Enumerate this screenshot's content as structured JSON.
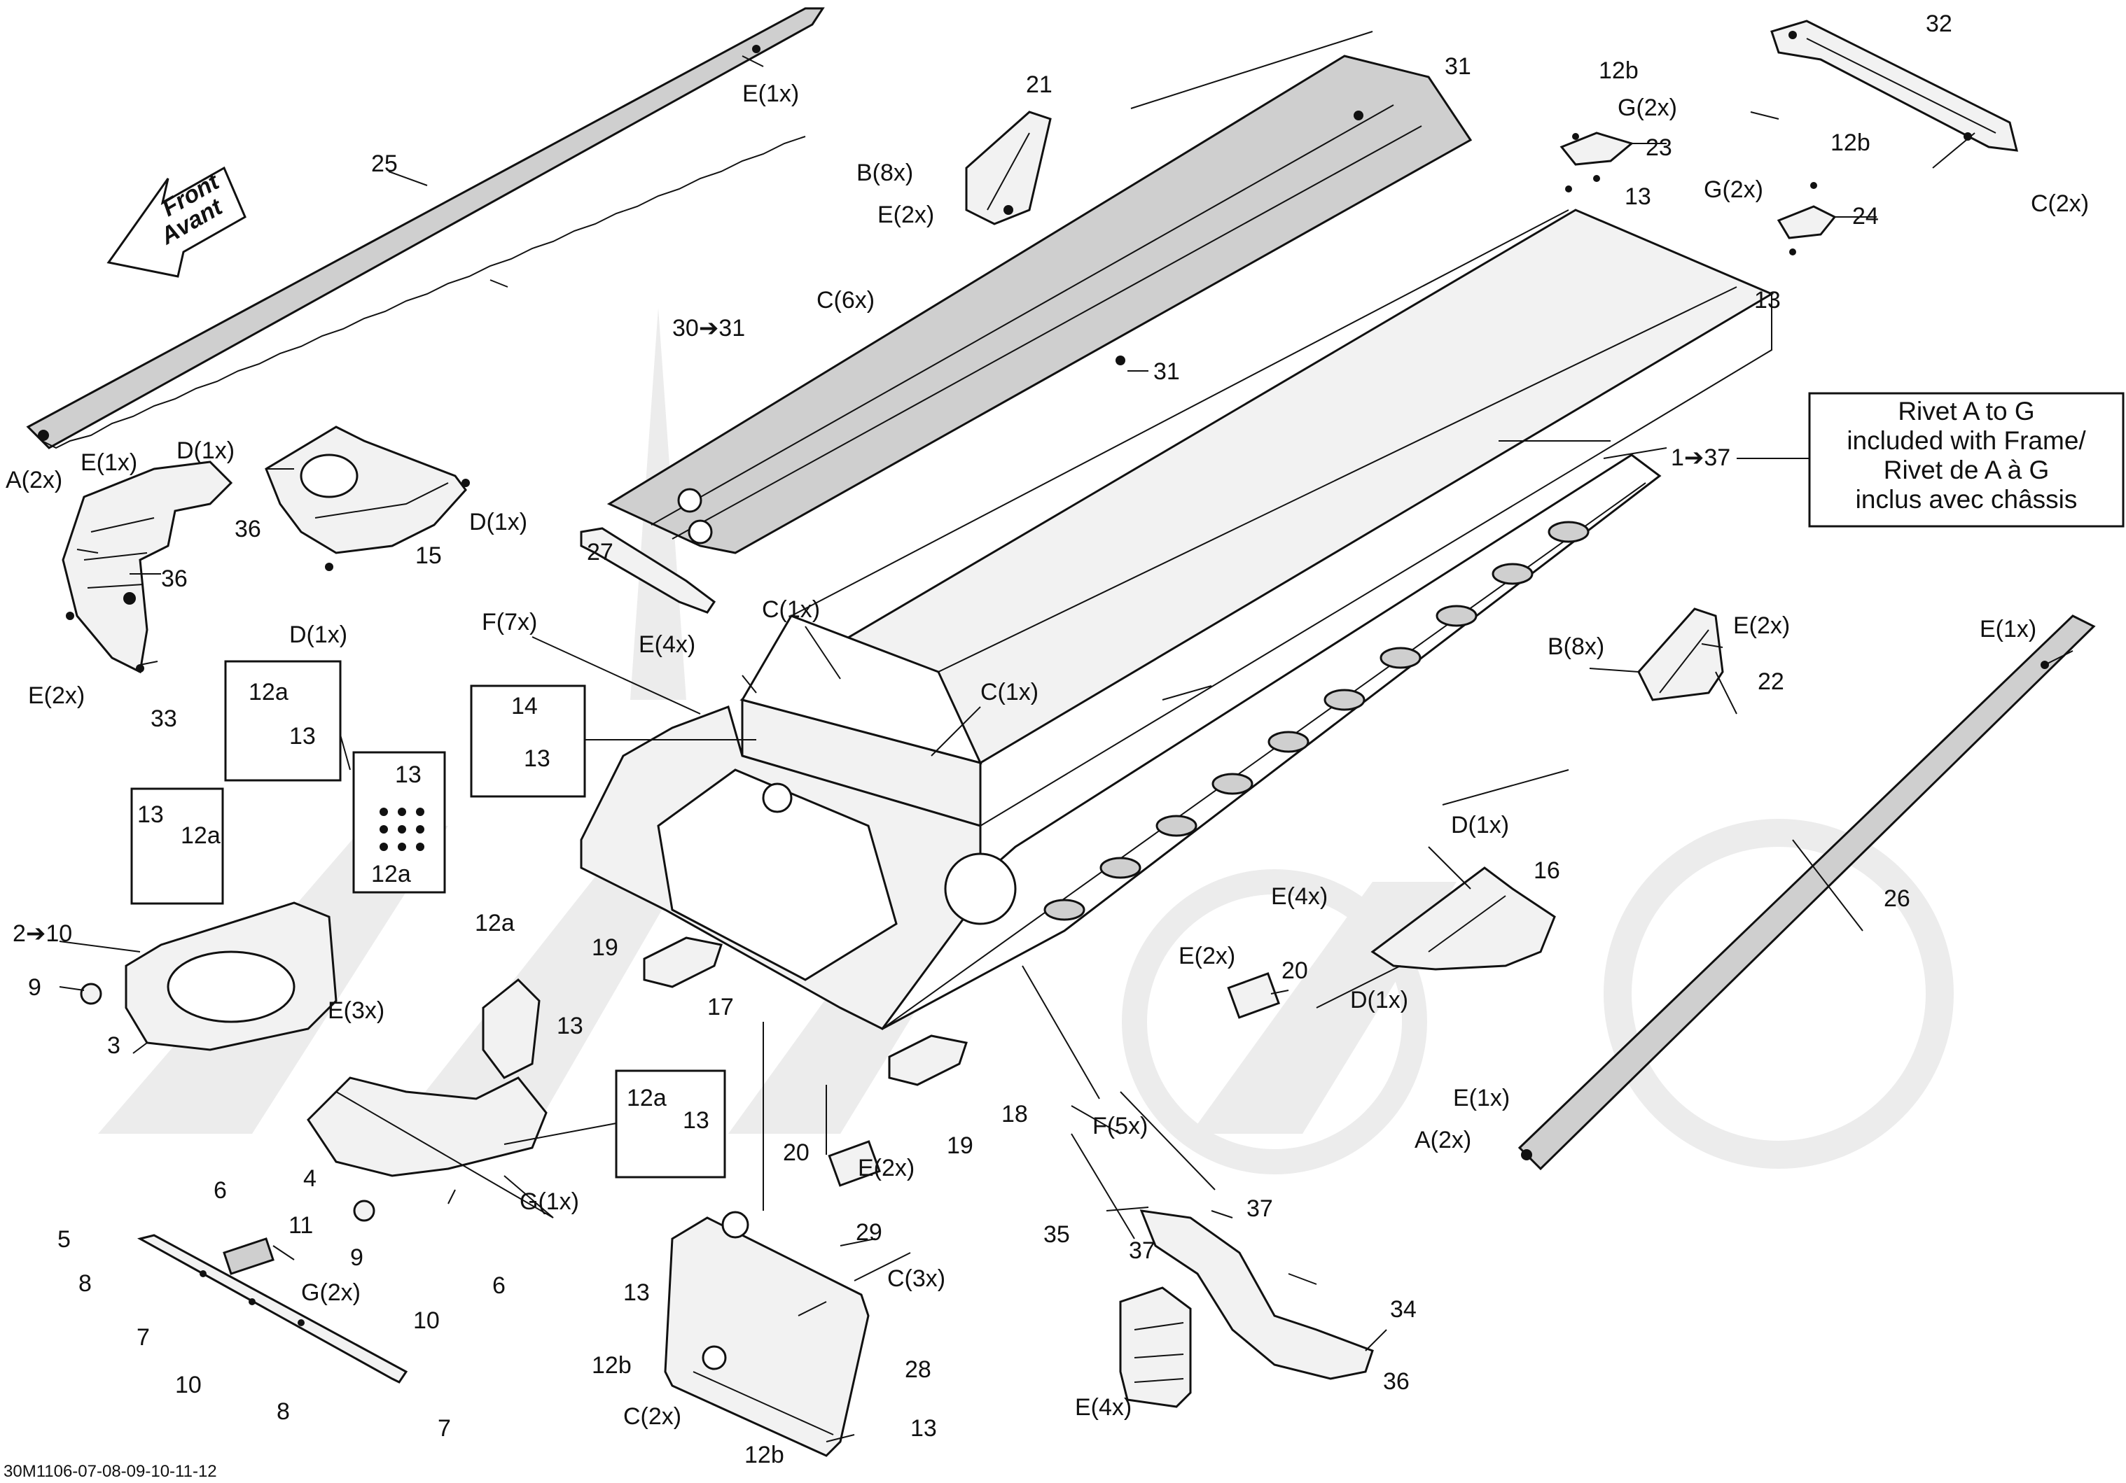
{
  "diagram": {
    "doc_code": "30M1106-07-08-09-10-11-12",
    "front_arrow": {
      "line1": "Front",
      "line2": "Avant"
    },
    "info_box": {
      "lines": [
        "Rivet A to G",
        "included with Frame/",
        "Rivet de A à G",
        "inclus avec châssis"
      ]
    },
    "callouts": [
      {
        "id": "c-e1x-top",
        "text": "E(1x)"
      },
      {
        "id": "c-25",
        "text": "25"
      },
      {
        "id": "c-a2x-left",
        "text": "A(2x)"
      },
      {
        "id": "c-e1x-left",
        "text": "E(1x)"
      },
      {
        "id": "c-d1x-33",
        "text": "D(1x)"
      },
      {
        "id": "c-36-a",
        "text": "36"
      },
      {
        "id": "c-36-b",
        "text": "36"
      },
      {
        "id": "c-e2x-33",
        "text": "E(2x)"
      },
      {
        "id": "c-33",
        "text": "33"
      },
      {
        "id": "c-d1x-15a",
        "text": "D(1x)"
      },
      {
        "id": "c-d1x-15b",
        "text": "D(1x)"
      },
      {
        "id": "c-15",
        "text": "15"
      },
      {
        "id": "c-21",
        "text": "21"
      },
      {
        "id": "c-b8x-21",
        "text": "B(8x)"
      },
      {
        "id": "c-e2x-21",
        "text": "E(2x)"
      },
      {
        "id": "c-31-a",
        "text": "31"
      },
      {
        "id": "c-c6x",
        "text": "C(6x)"
      },
      {
        "id": "c-30-31",
        "text": "30➔31"
      },
      {
        "id": "c-31-b",
        "text": "31"
      },
      {
        "id": "c-27",
        "text": "27"
      },
      {
        "id": "c-12b-a",
        "text": "12b"
      },
      {
        "id": "c-g2x-23",
        "text": "G(2x)"
      },
      {
        "id": "c-23",
        "text": "23"
      },
      {
        "id": "c-13-23",
        "text": "13"
      },
      {
        "id": "c-32",
        "text": "32"
      },
      {
        "id": "c-12b-b",
        "text": "12b"
      },
      {
        "id": "c-g2x-24",
        "text": "G(2x)"
      },
      {
        "id": "c-24",
        "text": "24"
      },
      {
        "id": "c-13-24",
        "text": "13"
      },
      {
        "id": "c-c2x-32",
        "text": "C(2x)"
      },
      {
        "id": "c-1-37",
        "text": "1➔37"
      },
      {
        "id": "c-f7x",
        "text": "F(7x)"
      },
      {
        "id": "c-e4x-top",
        "text": "E(4x)"
      },
      {
        "id": "c-c1x-a",
        "text": "C(1x)"
      },
      {
        "id": "c-c1x-b",
        "text": "C(1x)"
      },
      {
        "id": "c-14",
        "text": "14"
      },
      {
        "id": "c-13-14",
        "text": "13"
      },
      {
        "id": "c-12a-box1",
        "text": "12a"
      },
      {
        "id": "c-13-box1",
        "text": "13"
      },
      {
        "id": "c-13-box2",
        "text": "13"
      },
      {
        "id": "c-12a-box2",
        "text": "12a"
      },
      {
        "id": "c-13-box3",
        "text": "13"
      },
      {
        "id": "c-12a-box3",
        "text": "12a"
      },
      {
        "id": "c-2-10",
        "text": "2➔10"
      },
      {
        "id": "c-9-a",
        "text": "9"
      },
      {
        "id": "c-3",
        "text": "3"
      },
      {
        "id": "c-12a-mid",
        "text": "12a"
      },
      {
        "id": "c-13-mid",
        "text": "13"
      },
      {
        "id": "c-e3x",
        "text": "E(3x)"
      },
      {
        "id": "c-19-a",
        "text": "19"
      },
      {
        "id": "c-17",
        "text": "17"
      },
      {
        "id": "c-b8x-22",
        "text": "B(8x)"
      },
      {
        "id": "c-e2x-22",
        "text": "E(2x)"
      },
      {
        "id": "c-22",
        "text": "22"
      },
      {
        "id": "c-e1x-right",
        "text": "E(1x)"
      },
      {
        "id": "c-d1x-16",
        "text": "D(1x)"
      },
      {
        "id": "c-16",
        "text": "16"
      },
      {
        "id": "c-e4x-mid",
        "text": "E(4x)"
      },
      {
        "id": "c-e2x-20",
        "text": "E(2x)"
      },
      {
        "id": "c-20-a",
        "text": "20"
      },
      {
        "id": "c-d1x-16b",
        "text": "D(1x)"
      },
      {
        "id": "c-26",
        "text": "26"
      },
      {
        "id": "c-e1x-right2",
        "text": "E(1x)"
      },
      {
        "id": "c-a2x-right",
        "text": "A(2x)"
      },
      {
        "id": "c-12a-box4",
        "text": "12a"
      },
      {
        "id": "c-13-box4",
        "text": "13"
      },
      {
        "id": "c-6-a",
        "text": "6"
      },
      {
        "id": "c-4",
        "text": "4"
      },
      {
        "id": "c-g1x",
        "text": "G(1x)"
      },
      {
        "id": "c-f5x",
        "text": "F(5x)"
      },
      {
        "id": "c-18",
        "text": "18"
      },
      {
        "id": "c-20-b",
        "text": "20"
      },
      {
        "id": "c-e2x-18",
        "text": "E(2x)"
      },
      {
        "id": "c-19-b",
        "text": "19"
      },
      {
        "id": "c-5",
        "text": "5"
      },
      {
        "id": "c-11",
        "text": "11"
      },
      {
        "id": "c-9-b",
        "text": "9"
      },
      {
        "id": "c-g2x-11",
        "text": "G(2x)"
      },
      {
        "id": "c-8-a",
        "text": "8"
      },
      {
        "id": "c-6-b",
        "text": "6"
      },
      {
        "id": "c-7-a",
        "text": "7"
      },
      {
        "id": "c-10-a",
        "text": "10"
      },
      {
        "id": "c-10-b",
        "text": "10"
      },
      {
        "id": "c-8-b",
        "text": "8"
      },
      {
        "id": "c-7-b",
        "text": "7"
      },
      {
        "id": "c-29",
        "text": "29"
      },
      {
        "id": "c-c3x",
        "text": "C(3x)"
      },
      {
        "id": "c-13-28",
        "text": "13"
      },
      {
        "id": "c-28",
        "text": "28"
      },
      {
        "id": "c-12b-c",
        "text": "12b"
      },
      {
        "id": "c-c2x-28",
        "text": "C(2x)"
      },
      {
        "id": "c-12b-d",
        "text": "12b"
      },
      {
        "id": "c-13-28b",
        "text": "13"
      },
      {
        "id": "c-35",
        "text": "35"
      },
      {
        "id": "c-37-a",
        "text": "37"
      },
      {
        "id": "c-37-b",
        "text": "37"
      },
      {
        "id": "c-34",
        "text": "34"
      },
      {
        "id": "c-36-c",
        "text": "36"
      },
      {
        "id": "c-e4x-34",
        "text": "E(4x)"
      }
    ]
  }
}
